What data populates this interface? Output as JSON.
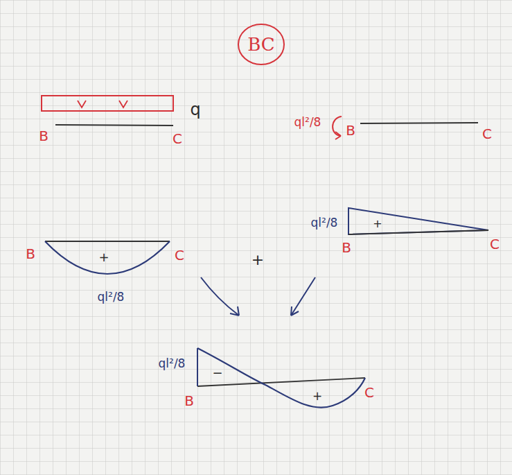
{
  "diagram": {
    "nodes": [
      {
        "text": [
          "BC"
        ]
      }
    ],
    "labels": [
      "q",
      "B",
      "C",
      "ql²/8",
      "B",
      "C",
      "B",
      "C",
      "+",
      "ql²/8",
      "+",
      "ql²/8",
      "+",
      "B",
      "C",
      "ql²/8",
      "−",
      "+",
      "B",
      "C"
    ]
  }
}
